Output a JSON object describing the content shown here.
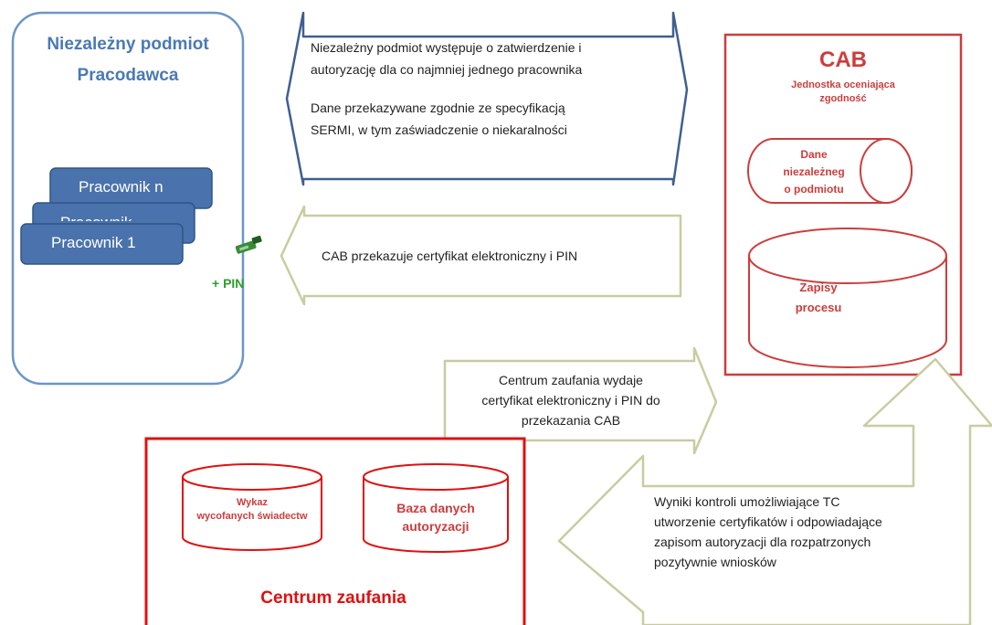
{
  "employer": {
    "title_line1": "Niezależny podmiot",
    "title_line2": "Pracodawca",
    "card_n": "Pracownik n",
    "card_mid": "Pracownik",
    "card_1": "Pracownik 1",
    "pin": "+ PIN"
  },
  "arrow_request": {
    "line1": "Niezależny podmiot występuje o zatwierdzenie i",
    "line2": "autoryzację dla co najmniej jednego pracownika",
    "line3": "Dane przekazywane zgodnie ze specyfikacją",
    "line4": "SERMI, w tym zaświadczenie o niekaralności"
  },
  "arrow_cab_cert": {
    "text": "CAB przekazuje certyfikat elektroniczny i PIN"
  },
  "cab": {
    "title": "CAB",
    "subtitle_line1": "Jednostka oceniająca",
    "subtitle_line2": "zgodność",
    "db1_line1": "Dane",
    "db1_line2": "niezależneg",
    "db1_line3": "o podmiotu",
    "db2_line1": "Zapisy",
    "db2_line2": "procesu"
  },
  "arrow_trust": {
    "line1": "Centrum zaufania wydaje",
    "line2": "certyfikat elektroniczny i PIN do",
    "line3": "przekazania CAB"
  },
  "trust_center": {
    "title": "Centrum zaufania",
    "db1_line1": "Wykaz",
    "db1_line2": "wycofanych świadectw",
    "db2_line1": "Baza danych",
    "db2_line2": "autoryzacji"
  },
  "arrow_results": {
    "line1": "Wyniki kontroli umożliwiające TC",
    "line2": "utworzenie certyfikatów i odpowiadające",
    "line3": "zapisom autoryzacji dla rozpatrzonych",
    "line4": "pozytywnie wniosków"
  },
  "colors": {
    "blue": "#4a79b4",
    "red": "#cc3d3d",
    "bright_red": "#e01010",
    "card_blue": "#4a72ad",
    "green": "#2e9e2e",
    "olive": "#c8cca0"
  }
}
